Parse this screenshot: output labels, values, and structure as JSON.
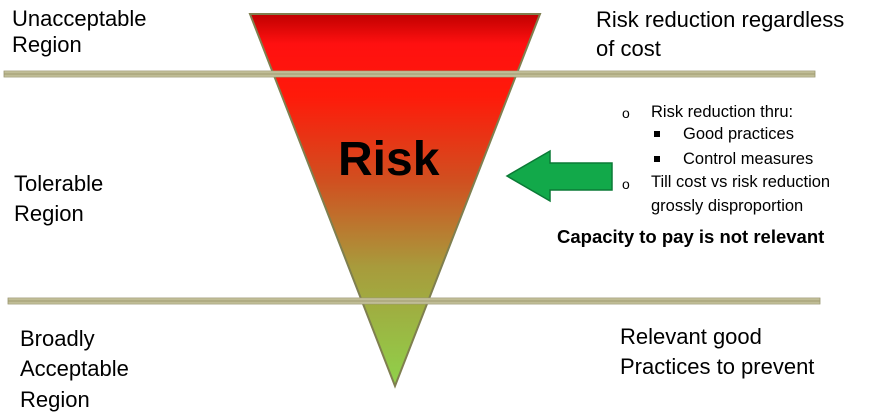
{
  "diagram": {
    "title": "Risk",
    "regions": {
      "unacceptable": {
        "line1": "Unacceptable",
        "line2": "Region"
      },
      "tolerable": {
        "line1": "Tolerable",
        "line2": "Region"
      },
      "broadly_acceptable": {
        "line1": "Broadly",
        "line2": "Acceptable",
        "line3": "Region"
      }
    },
    "right_notes": {
      "unacceptable": {
        "line1": "Risk reduction regardless",
        "line2": "of cost"
      },
      "tolerable": {
        "item1": "Risk reduction thru:",
        "sub1": "Good practices",
        "sub2": "Control measures",
        "item2_line1": "Till cost vs risk reduction",
        "item2_line2": "grossly disproportion",
        "bold_note": "Capacity to pay is not relevant"
      },
      "broadly_acceptable": {
        "line1": "Relevant good",
        "line2": "Practices to prevent"
      }
    },
    "colors": {
      "triangle_top": "#ff0a0a",
      "triangle_mid": "#c8641e",
      "triangle_bottom": "#8fd24a",
      "triangle_edge": "#7f7f4f",
      "divider_line": "#b8b48a",
      "arrow_fill": "#12a94a",
      "arrow_edge": "#0b7a36"
    },
    "bullet_icons": {
      "circle": "circle-bullet-icon",
      "square": "square-bullet-icon"
    }
  }
}
